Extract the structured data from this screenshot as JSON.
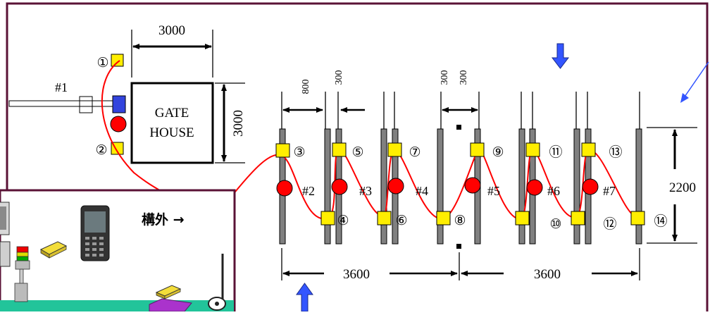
{
  "gate_house": {
    "line1": "GATE",
    "line2": "HOUSE",
    "width_dim": "3000",
    "height_dim": "3000"
  },
  "barrier_label": "#1",
  "dims": {
    "d800": "800",
    "d300a": "300",
    "d300b": "300",
    "d300c": "300",
    "height_2200": "2200",
    "span_left": "3600",
    "span_right": "3600"
  },
  "inset_label": "構外 →",
  "readers": [
    "①",
    "②",
    "③",
    "④",
    "⑤",
    "⑥",
    "⑦",
    "⑧",
    "⑨",
    "⑩",
    "⑪",
    "⑫",
    "⑬",
    "⑭"
  ],
  "lanes": [
    "#2",
    "#3",
    "#4",
    "#5",
    "#6",
    "#7"
  ],
  "colors": {
    "frame": "#5a1236",
    "reader": "#ffee00",
    "light": "#ff0000",
    "route": "#ff0000",
    "arrow": "#3355ff",
    "post": "#808080",
    "floor": "#22c49a"
  }
}
